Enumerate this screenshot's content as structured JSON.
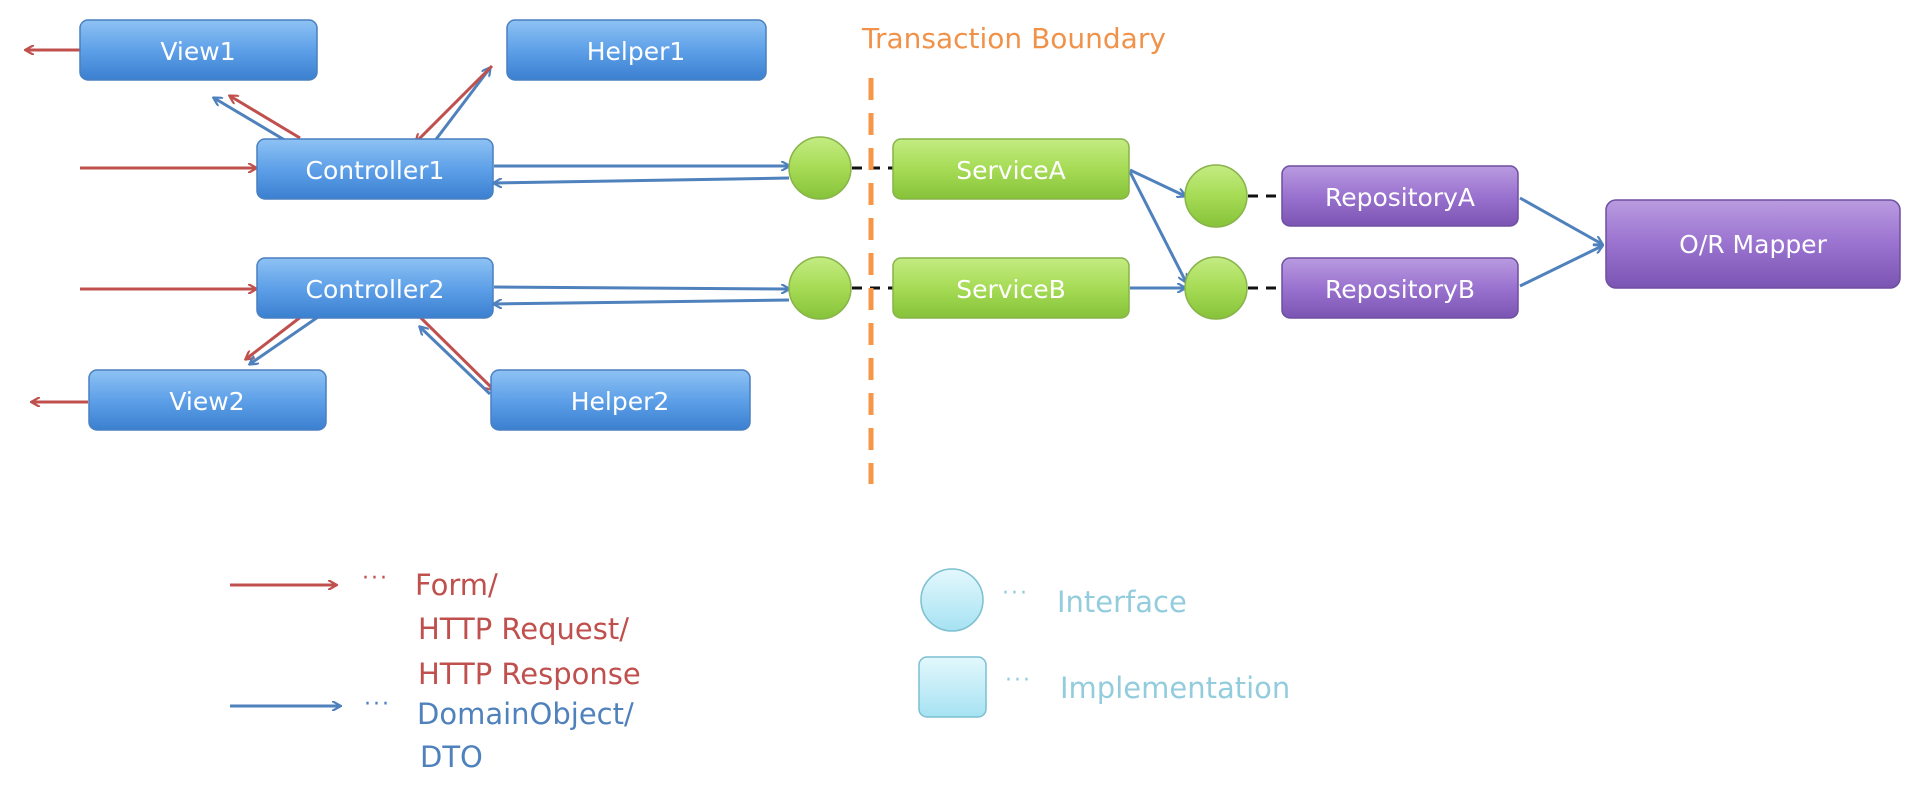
{
  "title": "Transaction Boundary",
  "nodes": {
    "view1": "View1",
    "helper1": "Helper1",
    "controller1": "Controller1",
    "controller2": "Controller2",
    "view2": "View2",
    "helper2": "Helper2",
    "service_a": "ServiceA",
    "service_b": "ServiceB",
    "repository_a": "RepositoryA",
    "repository_b": "RepositoryB",
    "or_mapper": "O/R Mapper"
  },
  "legend": {
    "dots": "···",
    "form_line1": "Form/",
    "form_line2": "HTTP Request/",
    "form_line3": "HTTP Response",
    "domain_line1": "DomainObject/",
    "domain_line2": "DTO",
    "interface": "Interface",
    "implementation": "Implementation"
  },
  "colors": {
    "request_arrow": "#c0504d",
    "domain_arrow": "#4f81bd",
    "boundary": "#f79646",
    "controller_box": "#5b9bd5",
    "service_box": "#92d050",
    "repository_box": "#8064a2",
    "legend_shape": "#b7e9f7"
  }
}
